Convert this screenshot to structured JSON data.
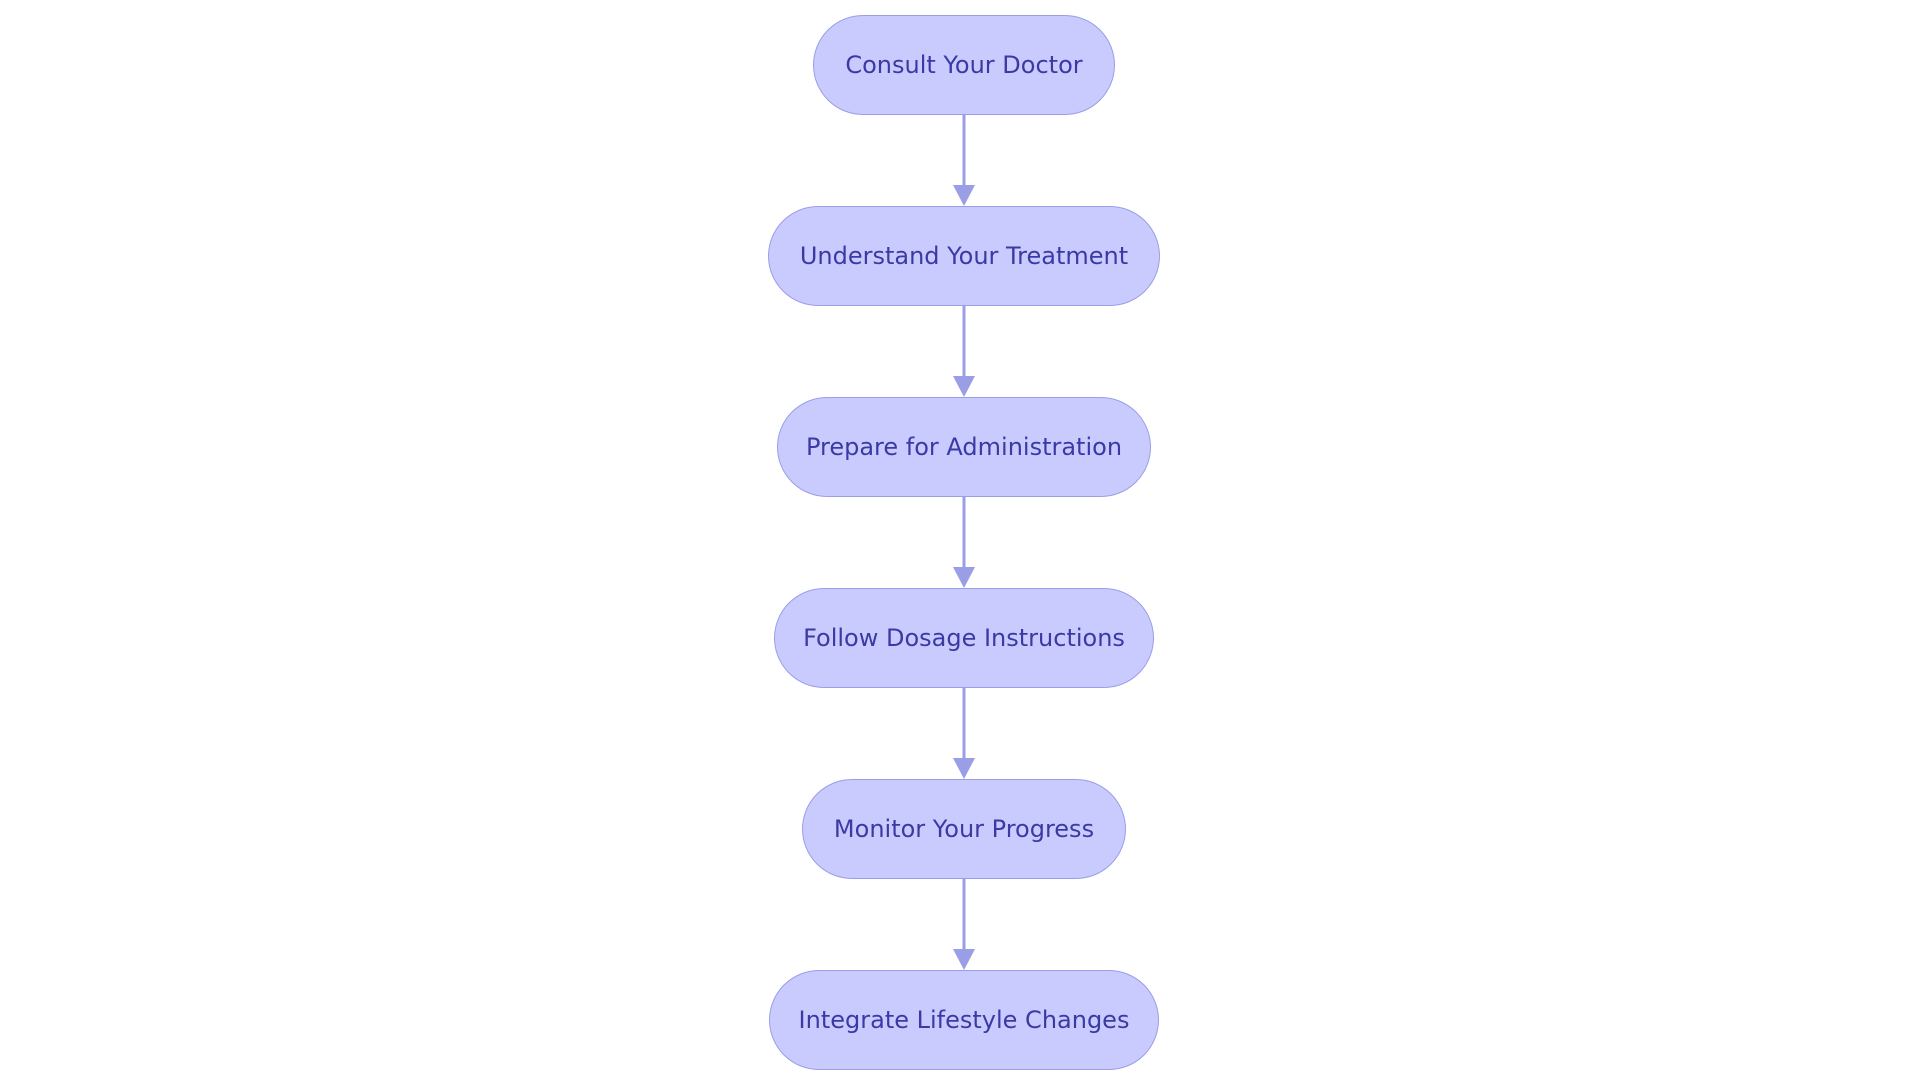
{
  "colors": {
    "node_fill": "#c9cbff",
    "node_border": "#9a9ee6",
    "node_text": "#3b3aa5",
    "connector": "#9a9ee6",
    "background": "#ffffff"
  },
  "flowchart": {
    "steps": [
      {
        "label": "Consult Your Doctor"
      },
      {
        "label": "Understand Your Treatment"
      },
      {
        "label": "Prepare for Administration"
      },
      {
        "label": "Follow Dosage Instructions"
      },
      {
        "label": "Monitor Your Progress"
      },
      {
        "label": "Integrate Lifestyle Changes"
      }
    ],
    "edges": [
      {
        "from": 0,
        "to": 1
      },
      {
        "from": 1,
        "to": 2
      },
      {
        "from": 2,
        "to": 3
      },
      {
        "from": 3,
        "to": 4
      },
      {
        "from": 4,
        "to": 5
      }
    ]
  }
}
